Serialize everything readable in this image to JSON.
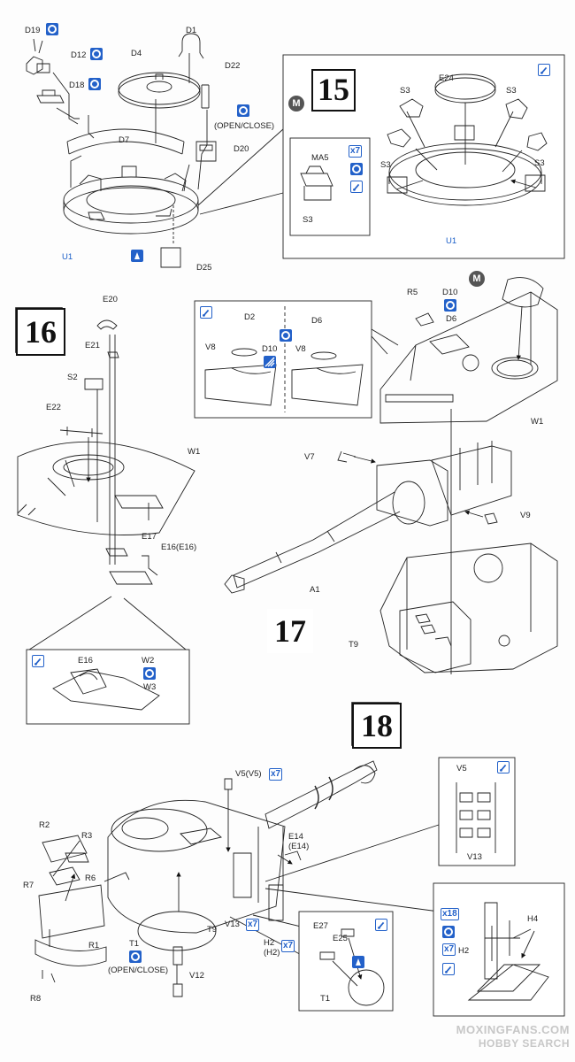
{
  "steps": {
    "s15": "15",
    "s16": "16",
    "s17": "17",
    "s18": "18"
  },
  "m_mark": "M",
  "labels": {
    "D19": "D19",
    "D12": "D12",
    "D18": "D18",
    "D1": "D1",
    "D4": "D4",
    "D22": "D22",
    "D7": "D7",
    "open_close_1": "(OPEN/CLOSE)",
    "D20": "D20",
    "U1a": "U1",
    "D25": "D25",
    "MA5": "MA5",
    "S3_inset": "S3",
    "E24": "E24",
    "S3_a": "S3",
    "S3_b": "S3",
    "S3_c": "S3",
    "S3_d": "S3",
    "U1b": "U1",
    "E20": "E20",
    "E21": "E21",
    "S2": "S2",
    "E22": "E22",
    "W1a": "W1",
    "E17": "E17",
    "E16_E16": "E16(E16)",
    "E16": "E16",
    "W2": "W2",
    "W3": "W3",
    "D2": "D2",
    "V8a": "V8",
    "D10a": "D10",
    "D6a": "D6",
    "V8b": "V8",
    "R5": "R5",
    "D10b": "D10",
    "D6b": "D6",
    "W1b": "W1",
    "V7": "V7",
    "V9": "V9",
    "A1": "A1",
    "T9a": "T9",
    "V5_V5": "V5(V5)",
    "E14_E14": "E14\n(E14)",
    "R2": "R2",
    "R3": "R3",
    "R6": "R6",
    "R7": "R7",
    "R1": "R1",
    "R8": "R8",
    "T1a": "T1",
    "open_close_2": "(OPEN/CLOSE)",
    "V12": "V12",
    "T9b": "T9",
    "V13a": "V13",
    "H2_H2": "H2\n(H2)",
    "E27": "E27",
    "E25": "E25",
    "T1b": "T1",
    "V5b": "V5",
    "V13b": "V13",
    "H4": "H4",
    "H2b": "H2"
  },
  "badges": {
    "x7a": "x7",
    "x7b": "x7",
    "x7c": "x7",
    "x7d": "x7",
    "x7e": "x7",
    "x18": "x18"
  },
  "watermark": {
    "line1": "MOXINGFANS.COM",
    "line2": "HOBBY SEARCH"
  },
  "colors": {
    "ink": "#222222",
    "accent": "#2361c9",
    "gray": "#666666"
  }
}
